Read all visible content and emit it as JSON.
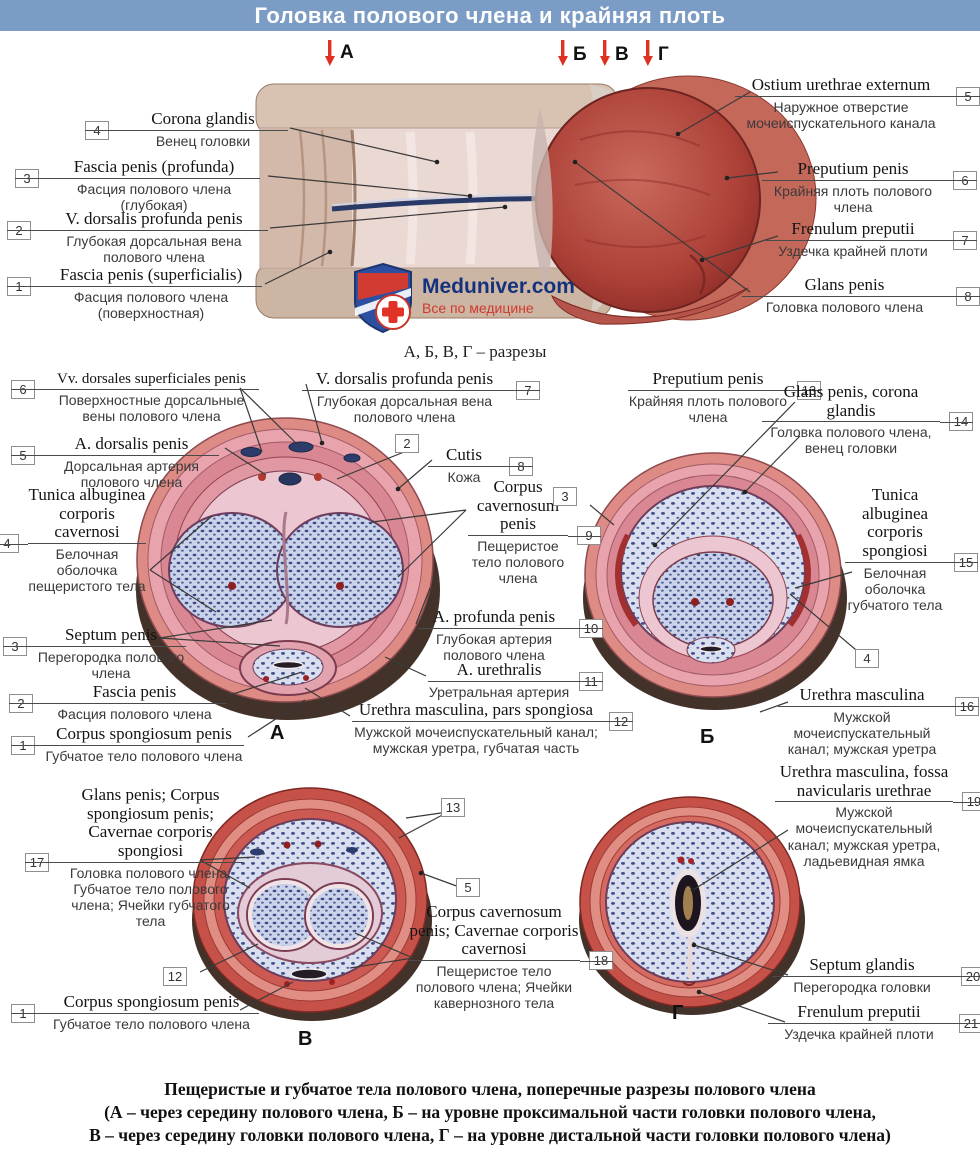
{
  "title": "Головка полового члена и крайняя плоть",
  "logo": {
    "brand": "Meduniver.com",
    "tagline": "Все по медицине"
  },
  "cuts_note": "А, Б, В, Г – разрезы",
  "arrows": {
    "a": "А",
    "b": "Б",
    "v": "В",
    "g": "Г"
  },
  "section_letters": {
    "a": "А",
    "b": "Б",
    "v": "В",
    "g": "Г"
  },
  "fig_boxes": {
    "fb2": "2",
    "fb3": "3",
    "fb4": "4",
    "fb5": "5",
    "fb12": "12",
    "fb13": "13"
  },
  "labels": {
    "t4": {
      "num": "4",
      "latin": "Corona glandis",
      "ru": "Венец головки"
    },
    "t3": {
      "num": "3",
      "latin": "Fascia penis (profunda)",
      "ru": "Фасция полового члена (глубокая)"
    },
    "t2": {
      "num": "2",
      "latin": "V. dorsalis profunda penis",
      "ru": "Глубокая дорсальная вена полового члена"
    },
    "t1": {
      "num": "1",
      "latin": "Fascia penis (superficialis)",
      "ru": "Фасция полового члена (поверхностная)"
    },
    "t5": {
      "num": "5",
      "latin": "Ostium urethrae externum",
      "ru": "Наружное отверстие мочеиспускательного канала"
    },
    "t6": {
      "num": "6",
      "latin": "Preputium penis",
      "ru": "Крайняя плоть полового члена"
    },
    "t7": {
      "num": "7",
      "latin": "Frenulum preputii",
      "ru": "Уздечка крайней плоти"
    },
    "t8": {
      "num": "8",
      "latin": "Glans penis",
      "ru": "Головка полового члена"
    },
    "a6": {
      "num": "6",
      "latin": "Vv. dorsales superficiales penis",
      "ru": "Поверхностные дорсальные вены полового члена"
    },
    "a5": {
      "num": "5",
      "latin": "A. dorsalis penis",
      "ru": "Дорсальная артерия полового члена"
    },
    "a4": {
      "num": "4",
      "latin": "Tunica albuginea corporis cavernosi",
      "ru": "Белочная оболочка пещеристого тела"
    },
    "a3": {
      "num": "3",
      "latin": "Septum penis",
      "ru": "Перегородка полового члена"
    },
    "a2": {
      "num": "2",
      "latin": "Fascia penis",
      "ru": "Фасция полового члена"
    },
    "a1": {
      "num": "1",
      "latin": "Corpus spongiosum penis",
      "ru": "Губчатое тело полового члена"
    },
    "a7": {
      "num": "7",
      "latin": "V. dorsalis profunda penis",
      "ru": "Глубокая дорсальная вена полового члена"
    },
    "a8": {
      "num": "8",
      "latin": "Cutis",
      "ru": "Кожа"
    },
    "a9": {
      "num": "9",
      "latin": "Corpus cavernosum penis",
      "ru": "Пещеристое тело полового члена"
    },
    "a10": {
      "num": "10",
      "latin": "A. profunda penis",
      "ru": "Глубокая артерия полового члена"
    },
    "a11": {
      "num": "11",
      "latin": "A. urethralis",
      "ru": "Уретральная артерия"
    },
    "a12": {
      "num": "12",
      "latin": "Urethra masculina, pars spongiosa",
      "ru": "Мужской мочеиспускательный канал; мужская уретра, губчатая часть"
    },
    "b13": {
      "num": "13",
      "latin": "Preputium penis",
      "ru": "Крайняя плоть полового члена"
    },
    "b14": {
      "num": "14",
      "latin": "Glans penis, corona glandis",
      "ru": "Головка полового члена, венец головки"
    },
    "b15": {
      "num": "15",
      "latin": "Tunica albuginea corporis spongiosi",
      "ru": "Белочная оболочка губчатого тела"
    },
    "b16": {
      "num": "16",
      "latin": "Urethra masculina",
      "ru": "Мужской мочеиспускательный канал; мужская уретра"
    },
    "v17": {
      "num": "17",
      "latin": "Glans penis; Corpus spongiosum penis; Cavernae corporis spongiosi",
      "ru": "Головка полового члена; Губчатое тело полового члена; Ячейки губчатого тела"
    },
    "v18": {
      "num": "18",
      "latin": "Corpus cavernosum penis; Cavernae corporis cavernosi",
      "ru": "Пещеристое тело полового члена; Ячейки кавернозного тела"
    },
    "v1": {
      "num": "1",
      "latin": "Corpus spongiosum penis",
      "ru": "Губчатое тело полового члена"
    },
    "g19": {
      "num": "19",
      "latin": "Urethra masculina, fossa navicularis urethrae",
      "ru": "Мужской мочеиспускательный канал; мужская уретра, ладьевидная ямка"
    },
    "g20": {
      "num": "20",
      "latin": "Septum glandis",
      "ru": "Перегородка головки"
    },
    "g21": {
      "num": "21",
      "latin": "Frenulum preputii",
      "ru": "Уздечка крайней плоти"
    }
  },
  "caption": {
    "l1": "Пещеристые и губчатое тела полового члена, поперечные разрезы полового члена",
    "l2": "(А – через середину полового члена, Б – на уровне проксимальной части головки полового члена,",
    "l3": "В – через середину головки полового члена, Г – на уровне дистальной части головки полового члена)"
  },
  "colors": {
    "titlebar": "#7b9cc5",
    "arrow_red": "#e03120",
    "brand_blue": "#15337c",
    "brand_red": "#cf3a2e"
  }
}
